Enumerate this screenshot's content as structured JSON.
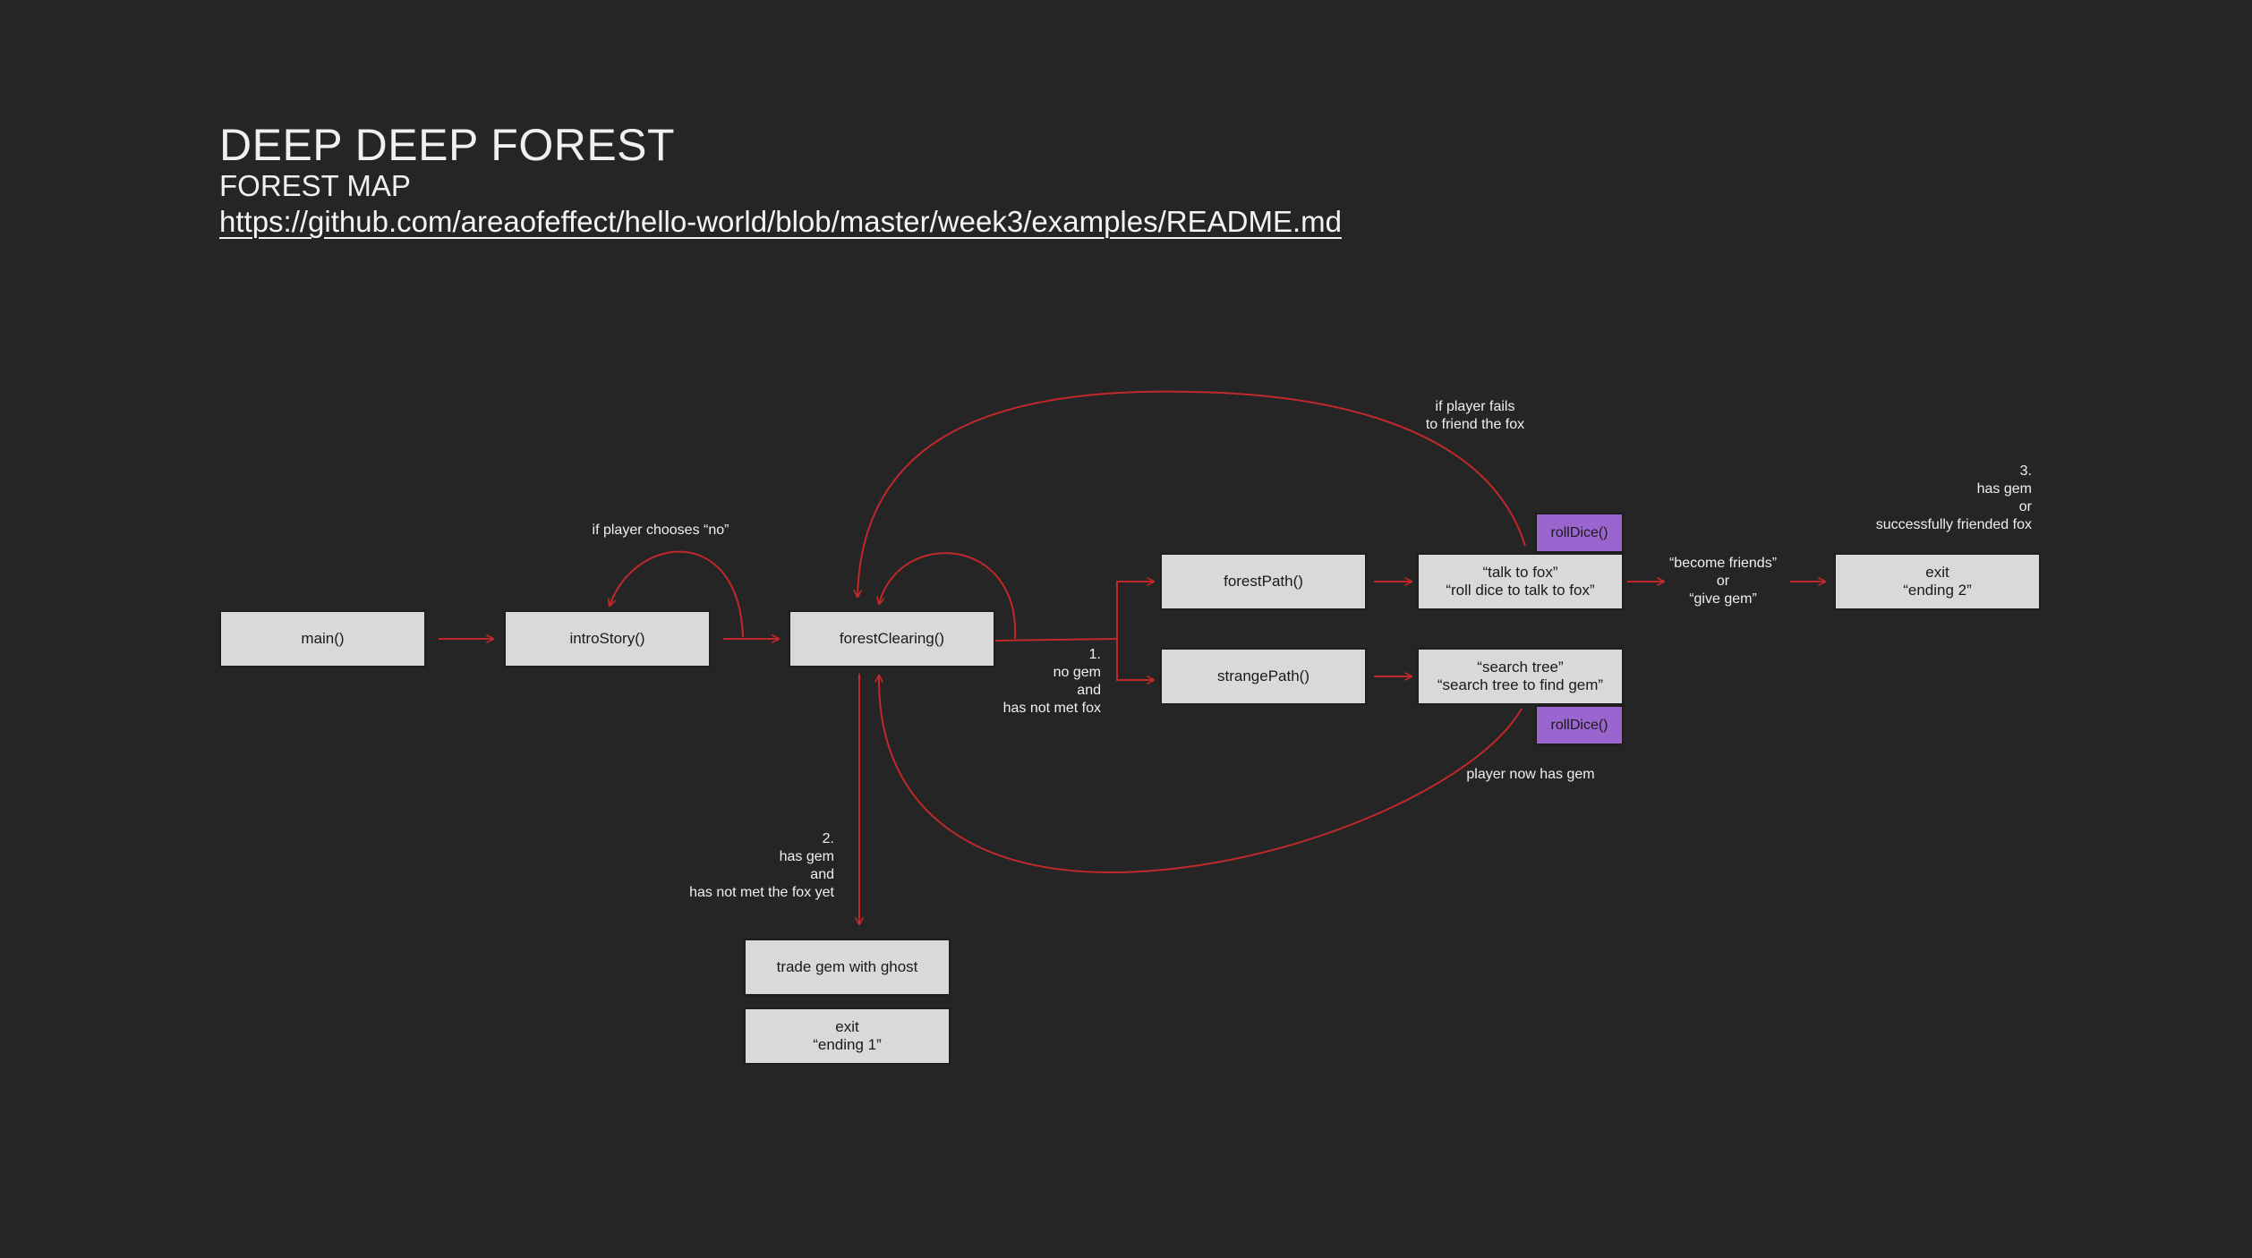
{
  "header": {
    "title": "DEEP DEEP FOREST",
    "subtitle": "FOREST MAP",
    "link": "https://github.com/areaofeffect/hello-world/blob/master/week3/examples/README.md"
  },
  "nodes": {
    "main": "main()",
    "intro_story": "introStory()",
    "forest_clearing": "forestClearing()",
    "forest_path": "forestPath()",
    "strange_path": "strangePath()",
    "talk_to_fox": "“talk to fox”\n“roll dice to talk to fox”",
    "search_tree": "“search tree”\n“search tree to find gem”",
    "exit_ending_2": "exit\n“ending 2”",
    "trade_gem": "trade gem with ghost",
    "exit_ending_1": "exit\n“ending 1”",
    "roll_dice_fox": "rollDice()",
    "roll_dice_tree": "rollDice()"
  },
  "labels": {
    "player_no": "if player chooses “no”",
    "player_fails": "if player fails\nto friend the fox",
    "condition_1": "1.\nno gem\nand\nhas not met fox",
    "condition_2": "2.\nhas gem\nand\nhas not met the fox yet",
    "condition_3": "3.\nhas gem\nor\nsuccessfully friended fox",
    "become_friends": "“become friends”\nor\n“give gem”",
    "player_has_gem": "player now has gem"
  },
  "colors": {
    "background": "#252525",
    "node": "#d9d9d9",
    "dice": "#9b65d0",
    "edge": "#c0282a"
  }
}
